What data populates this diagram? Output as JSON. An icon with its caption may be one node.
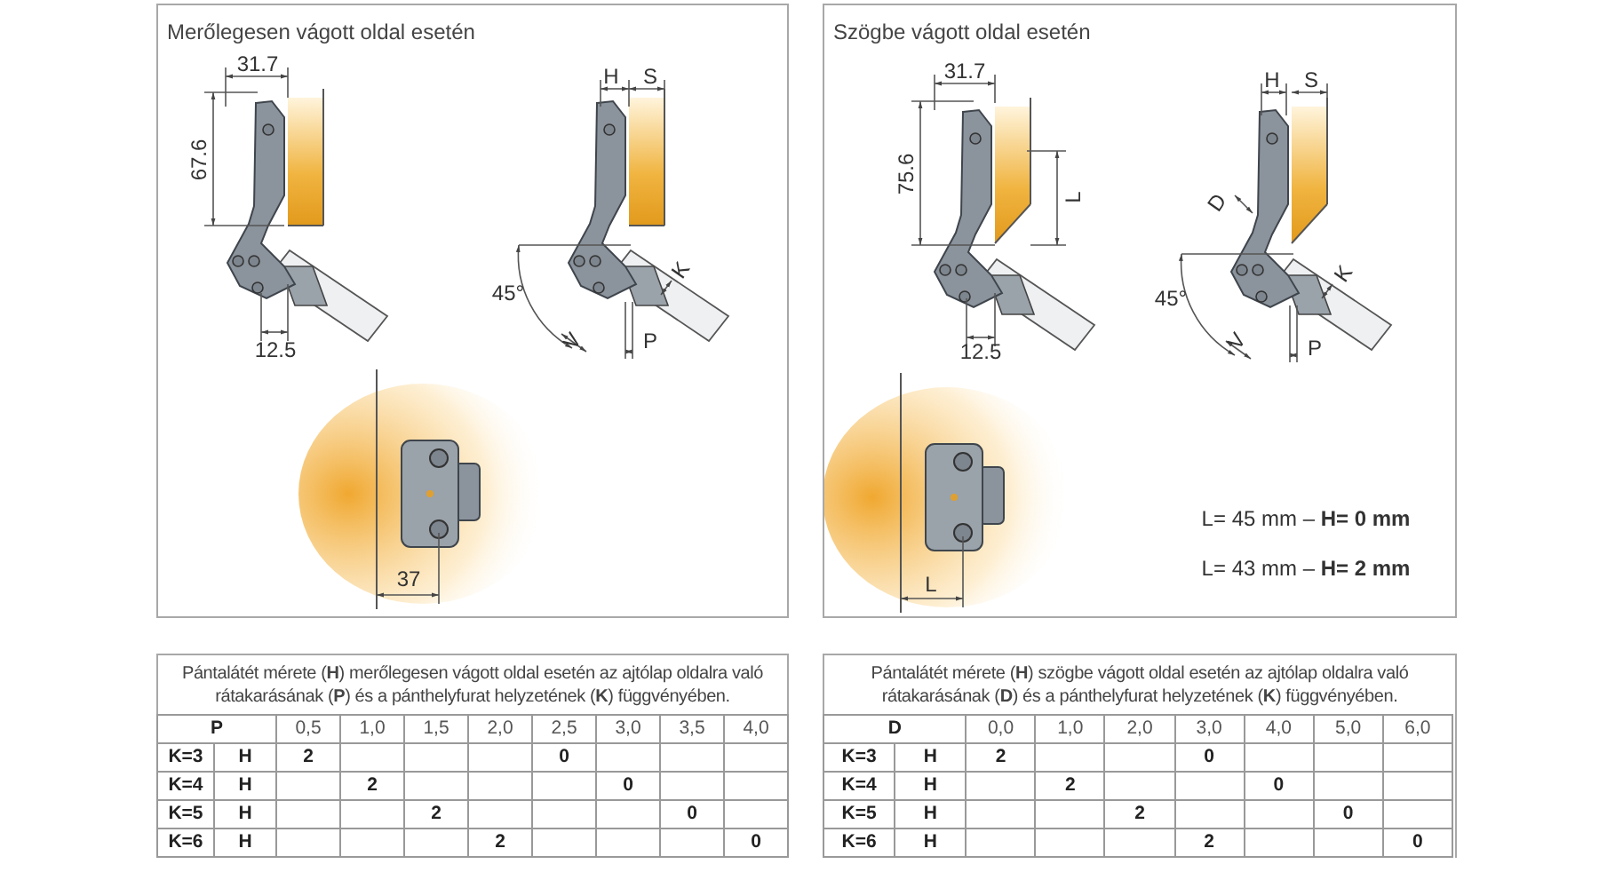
{
  "diagram": {
    "nodes": [
      {
        "text": [
          "Merőlegesen vágott oldal esetén"
        ]
      },
      {
        "text": [
          "Szögbe vágott oldal esetén"
        ]
      },
      {
        "text": [
          "Pántalátét mérete (**H**) merőlegesen vágott oldal esetén az ajtólap oldalra való rátakarásának (**P**) és a pánthelyfurat helyzetének (**K**) függvényében."
        ]
      },
      {
        "text": [
          "Pántalátét mérete (**H**) szögbe vágott oldal esetén az ajtólap oldalra való rátakarásának (**D**) és a pánthelyfurat helyzetének (**K**) függvényében."
        ]
      }
    ],
    "labels": [
      "31.7",
      "67.6",
      "12.5",
      "H",
      "S",
      "45°",
      "V",
      "K",
      "P",
      "37",
      "31.7",
      "75.6",
      "L",
      "12.5",
      "H",
      "S",
      "D",
      "45°",
      "V",
      "K",
      "P",
      "L",
      "L= 45 mm – **H= 0 mm**",
      "L= 43 mm – **H= 2 mm**",
      "P",
      "0,5",
      "1,0",
      "1,5",
      "2,0",
      "2,5",
      "3,0",
      "3,5",
      "4,0",
      "K=3",
      "H",
      "2",
      "0",
      "K=4",
      "H",
      "2",
      "0",
      "K=5",
      "H",
      "2",
      "0",
      "K=6",
      "H",
      "2",
      "0",
      "D",
      "0,0",
      "1,0",
      "2,0",
      "3,0",
      "4,0",
      "5,0",
      "6,0",
      "K=3",
      "H",
      "2",
      "0",
      "K=4",
      "H",
      "2",
      "0",
      "K=5",
      "H",
      "2",
      "0",
      "K=6",
      "H",
      "2",
      "0"
    ]
  }
}
